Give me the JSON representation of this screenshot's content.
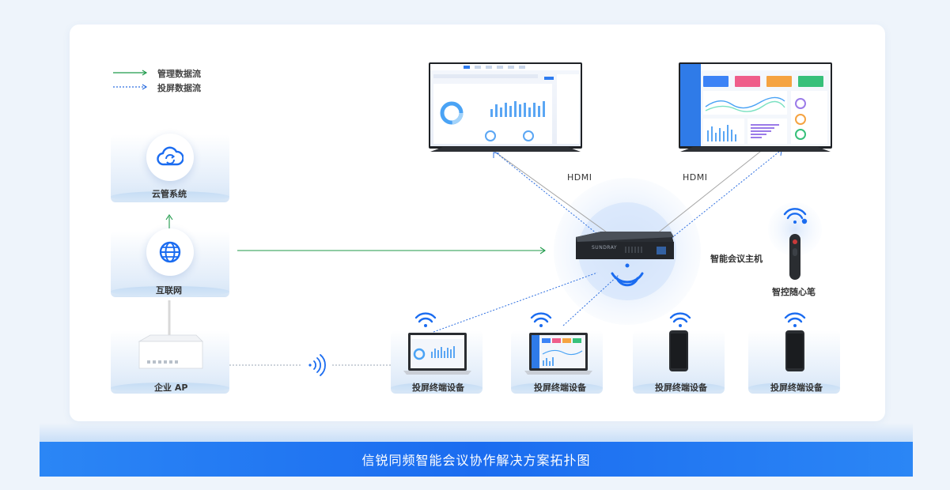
{
  "legend": {
    "management": "管理数据流",
    "projection": "投屏数据流"
  },
  "nodes": {
    "cloud": "云管系统",
    "internet": "互联网",
    "ap": "企业 AP",
    "host": "智能会议主机",
    "pen": "智控随心笔",
    "device1": "投屏终端设备",
    "device2": "投屏终端设备",
    "device3": "投屏终端设备",
    "device4": "投屏终端设备"
  },
  "hdmi_left": "HDMI",
  "hdmi_right": "HDMI",
  "device_brand": "SUNDRAY",
  "caption": "信锐同频智能会议协作解决方案拓扑图",
  "colors": {
    "management_line": "#1f9a4a",
    "projection_line": "#2e6fe0",
    "accent": "#1b6cf0"
  }
}
